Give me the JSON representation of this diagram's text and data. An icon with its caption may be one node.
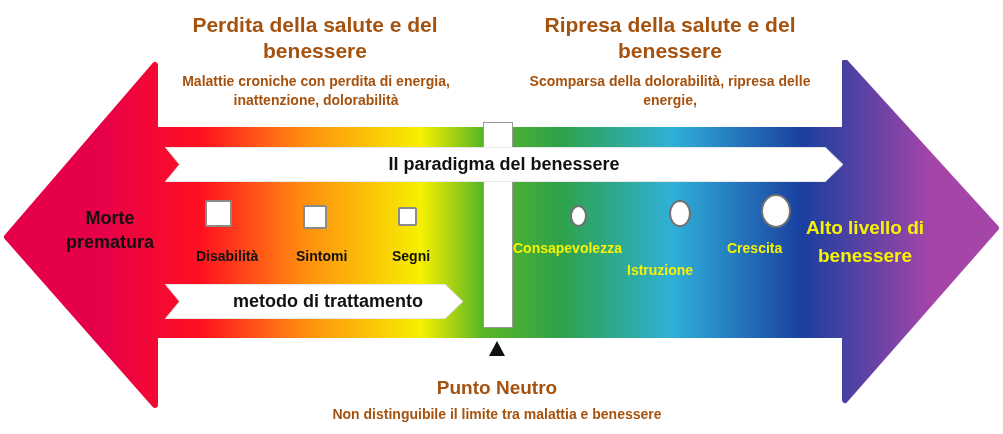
{
  "diagram": {
    "nodes": [
      {
        "text": [],
        "shape": "arrow"
      },
      {
        "text": [
          "Il paradigma del benessere"
        ],
        "in": 0
      },
      {
        "text": [
          "Morte prematura"
        ],
        "in": 0
      },
      {
        "text": [],
        "shape": "box",
        "in": 0,
        "beside": [
          "Disabilità"
        ]
      },
      {
        "text": [],
        "shape": "box",
        "in": 0,
        "beside": [
          "Sintomi"
        ]
      },
      {
        "text": [],
        "shape": "box",
        "in": 0,
        "beside": [
          "Segni"
        ]
      },
      {
        "text": [],
        "shape": "circle",
        "in": 0,
        "beside": [
          "Consapevolezza"
        ]
      },
      {
        "text": [],
        "shape": "circle",
        "in": 0,
        "beside": [
          "Istruzione"
        ]
      },
      {
        "text": [],
        "shape": "circle",
        "in": 0,
        "beside": [
          "Crescita"
        ]
      },
      {
        "text": [
          "Alto livello di benessere"
        ],
        "in": 0
      },
      {
        "text": [
          "metodo di trattamento"
        ],
        "in": 0
      }
    ],
    "labels": [
      "Perdita della salute e del benessere",
      "Malattie croniche con perdita di energia, inattenzione, dolorabilità",
      "Ripresa della salute e del benessere",
      "Scomparsa della dolorabilità, ripresa delle energie,",
      "Punto Neutro",
      "Non distinguibile il limite tra malattia e benessere"
    ]
  }
}
